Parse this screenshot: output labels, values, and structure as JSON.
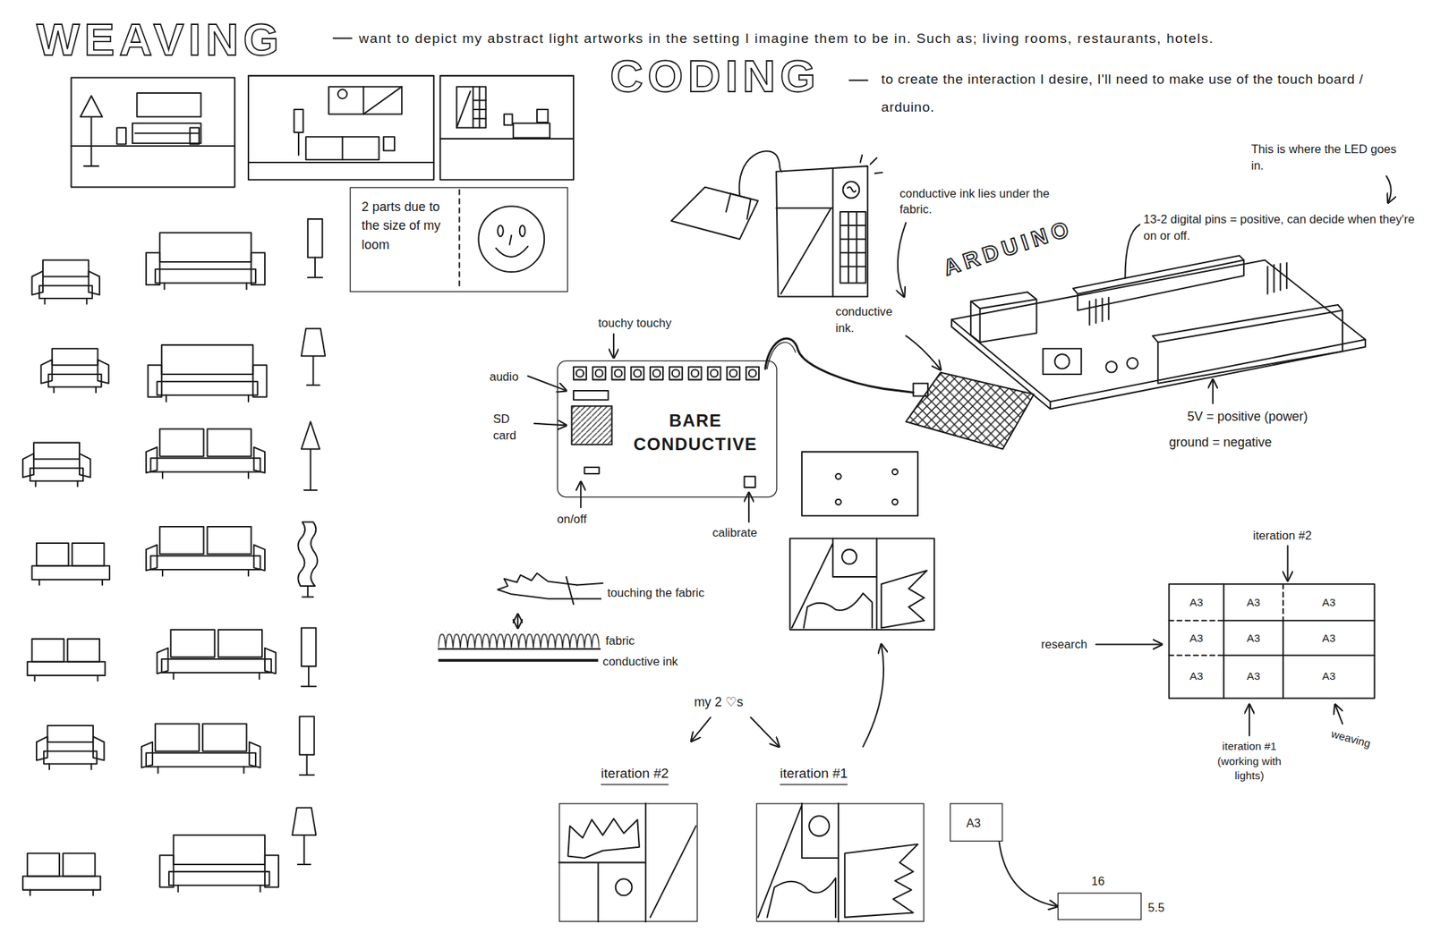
{
  "diagram": {
    "nodes": [
      {
        "text": [
          "2 parts due to the size of my loom"
        ]
      },
      {
        "text": [
          "BARE CONDUCTIVE"
        ]
      },
      {
        "text": [
          "iteration #2"
        ]
      },
      {
        "text": [
          "iteration #1"
        ]
      },
      {
        "text": [
          "A3"
        ]
      },
      {
        "text": [
          "16",
          "5.5"
        ]
      }
    ],
    "edges": [
      {
        "from": 4,
        "to": 5,
        "arrow": "to"
      }
    ],
    "labels": [
      "WEAVING",
      "want to depict my abstract light artworks in the setting I imagine them to be in. Such as; living rooms, restaurants, hotels.",
      "CODING",
      "to create the interaction I desire, I'll need to make use of the touch board / arduino.",
      "This is where the LED goes in.",
      "conductive ink lies under the fabric.",
      "13-2 digital pins = positive, can decide when they're on or off.",
      "ARDUINO",
      "touchy touchy",
      "conductive ink.",
      "audio",
      "SD card",
      "5V = positive (power)",
      "ground = negative",
      "on/off",
      "calibrate",
      "iteration #2",
      "touching the fabric",
      "fabric",
      "conductive ink",
      "research",
      "A3",
      "A3",
      "A3",
      "A3",
      "A3",
      "A3",
      "A3",
      "A3",
      "A3",
      "my 2 ♡s",
      "iteration #1 (working with lights)",
      "weaving"
    ]
  }
}
